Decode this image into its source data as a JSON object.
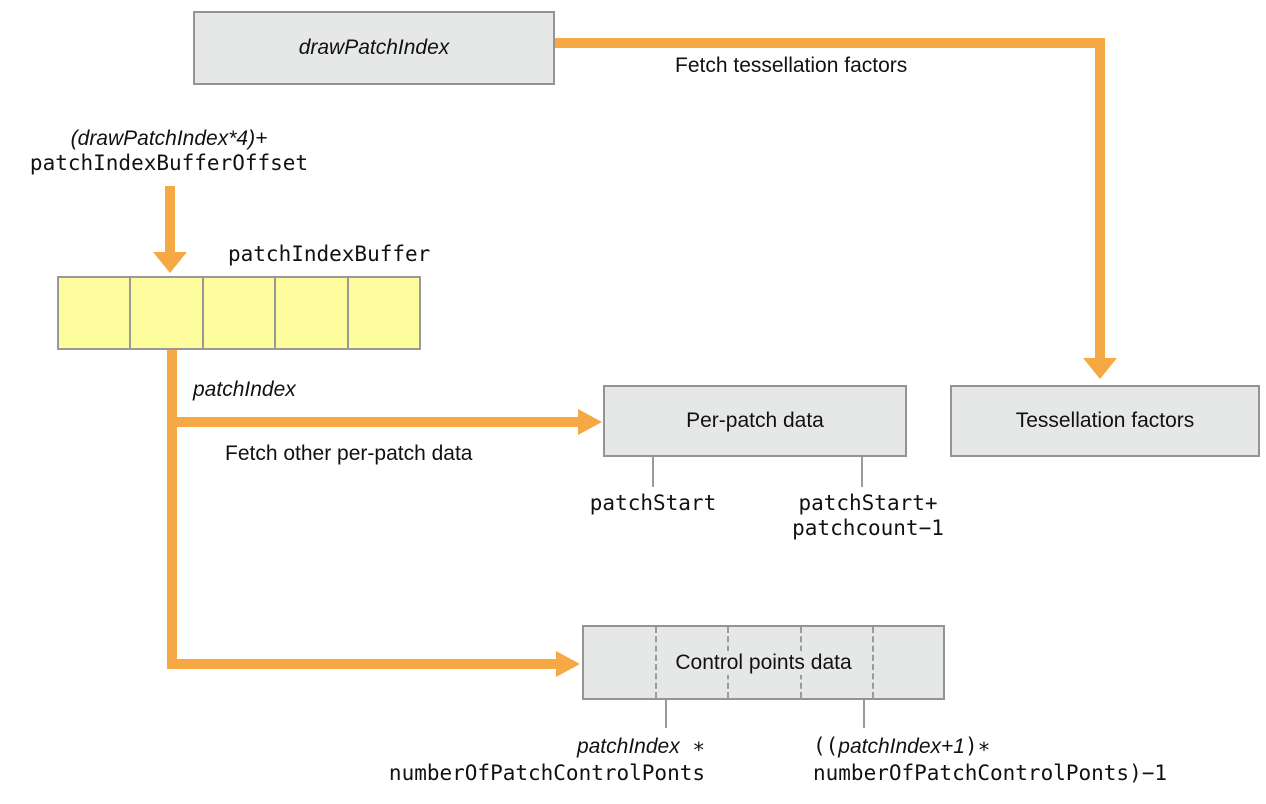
{
  "diagram": {
    "nodes": {
      "draw_patch_index": {
        "label": "drawPatchIndex"
      },
      "patch_index_buffer": {
        "label": "patchIndexBuffer",
        "cells": 5
      },
      "tessellation_factors": {
        "label": "Tessellation factors"
      },
      "per_patch_data": {
        "label": "Per-patch data"
      },
      "control_points_data": {
        "label": "Control points data",
        "cells": 5
      }
    },
    "edges": {
      "fetch_tessellation_factors": {
        "label": "Fetch tessellation factors"
      },
      "patch_index": {
        "label": "patchIndex"
      },
      "fetch_other_per_patch_data": {
        "label": "Fetch other per-patch data"
      }
    },
    "annotations": {
      "buffer_offset_formula": {
        "line1": "(drawPatchIndex*4)+",
        "line2": "patchIndexBufferOffset"
      },
      "patch_start": {
        "label": "patchStart"
      },
      "patch_end": {
        "line1": "patchStart+",
        "line2": "patchcount−1"
      },
      "control_start": {
        "italic": "patchIndex",
        "suffix": " ∗",
        "line2": "numberOfPatchControlPonts"
      },
      "control_end": {
        "prefix": "((",
        "italic": "patchIndex+1",
        "suffix": ")∗",
        "line2": "numberOfPatchControlPonts)−1"
      }
    },
    "colors": {
      "arrow": "#F5A843",
      "buffer_fill": "#FDFD9E",
      "buffer_border": "#999999",
      "box_fill": "#E6E7E7",
      "box_border": "#949494",
      "tick": "#9A9A9A",
      "text": "#111111"
    }
  }
}
